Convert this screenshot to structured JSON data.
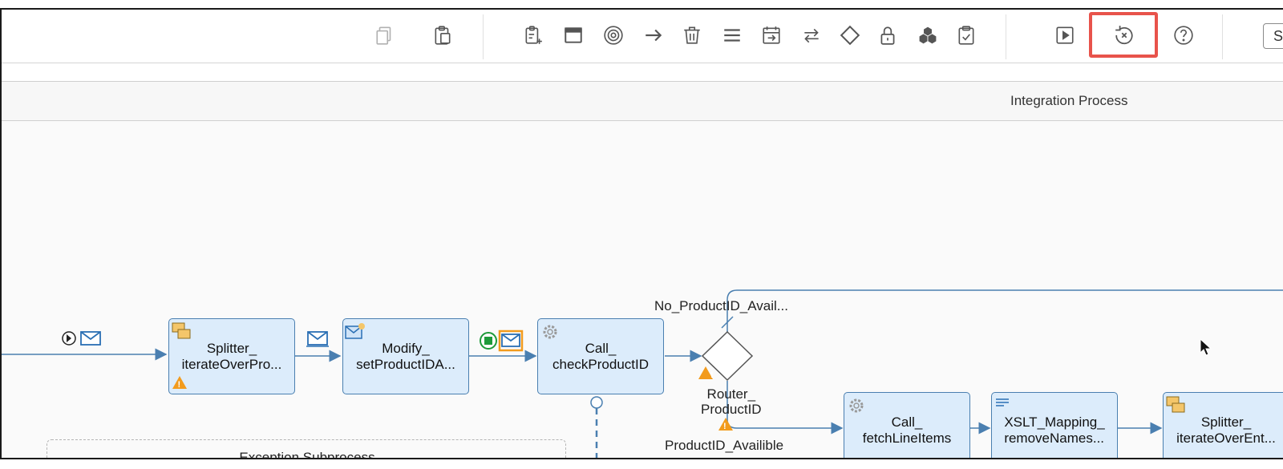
{
  "toolbar": {
    "buttons": [
      {
        "name": "copy-icon",
        "disabled": true
      },
      {
        "name": "paste-icon",
        "disabled": false
      },
      {
        "name": "add-clipboard-icon",
        "disabled": false
      },
      {
        "name": "window-icon",
        "disabled": false
      },
      {
        "name": "target-icon",
        "disabled": false
      },
      {
        "name": "arrow-right-icon",
        "disabled": false
      },
      {
        "name": "delete-icon",
        "disabled": false
      },
      {
        "name": "menu-lines-icon",
        "disabled": false
      },
      {
        "name": "import-icon",
        "disabled": false
      },
      {
        "name": "swap-arrows-icon",
        "disabled": false
      },
      {
        "name": "diamond-icon",
        "disabled": false
      },
      {
        "name": "lock-icon",
        "disabled": false
      },
      {
        "name": "cubes-icon",
        "disabled": false
      },
      {
        "name": "clipboard-check-icon",
        "disabled": false
      },
      {
        "name": "play-icon",
        "disabled": false
      },
      {
        "name": "undo-cancel-icon",
        "disabled": false
      },
      {
        "name": "help-icon",
        "disabled": false
      }
    ],
    "cut_button_text": "S",
    "highlight_color": "#e8534b"
  },
  "process": {
    "title": "Integration Process"
  },
  "steps": {
    "splitter1": [
      "Splitter_",
      "iterateOverPro..."
    ],
    "modify": [
      "Modify_",
      "setProductIDA..."
    ],
    "call_check": [
      "Call_",
      "checkProductID"
    ],
    "router": [
      "Router_",
      "ProductID"
    ],
    "call_fetch": [
      "Call_",
      "fetchLineItems"
    ],
    "xslt": [
      "XSLT_Mapping_",
      "removeNames..."
    ],
    "splitter2": [
      "Splitter_",
      "iterateOverEnt..."
    ]
  },
  "routes": {
    "no_product": "No_ProductID_Avail...",
    "product": "ProductID_Availible"
  },
  "exception": {
    "title": "Exception Subprocess"
  },
  "colors": {
    "step_fill": "#dcecfb",
    "step_border": "#4a7fb0",
    "warning": "#f29b1d",
    "connector": "#4a7fb0"
  }
}
